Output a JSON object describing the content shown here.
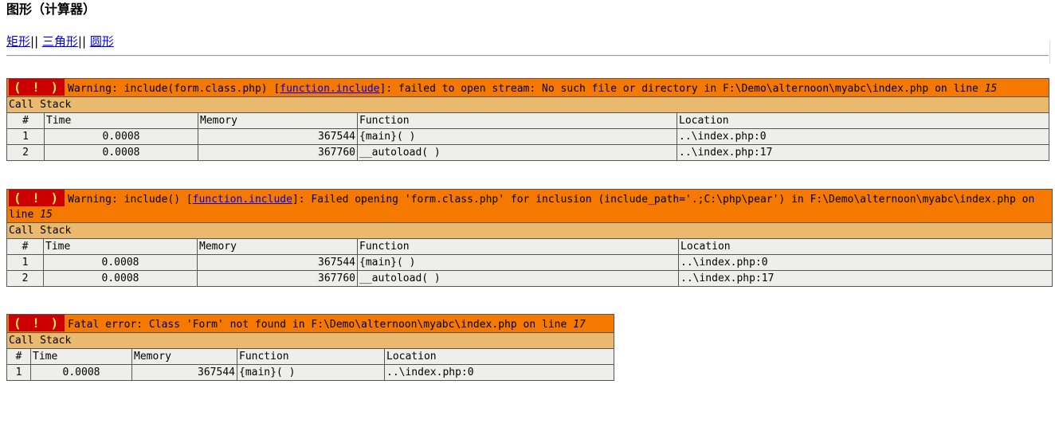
{
  "page_title": "图形（计算器）",
  "nav": {
    "links": [
      "矩形",
      "三角形",
      "圆形"
    ],
    "separator": "||"
  },
  "errors": [
    {
      "badge": "( ! )",
      "prefix": "Warning: include(form.class.php) [",
      "link": "function.include",
      "suffix": "]: failed to open stream: No such file or directory in F:\\Demo\\alternoon\\myabc\\index.php on line ",
      "line": "15",
      "call_stack_label": "Call Stack",
      "headers": [
        "#",
        "Time",
        "Memory",
        "Function",
        "Location"
      ],
      "rows": [
        [
          "1",
          "0.0008",
          "367544",
          "{main}( )",
          "..\\index.php:0"
        ],
        [
          "2",
          "0.0008",
          "367760",
          "__autoload( )",
          "..\\index.php:17"
        ]
      ]
    },
    {
      "badge": "( ! )",
      "prefix": "Warning: include() [",
      "link": "function.include",
      "suffix": "]: Failed opening 'form.class.php' for inclusion (include_path='.;C:\\php\\pear') in F:\\Demo\\alternoon\\myabc\\index.php on line ",
      "line": "15",
      "call_stack_label": "Call Stack",
      "headers": [
        "#",
        "Time",
        "Memory",
        "Function",
        "Location"
      ],
      "rows": [
        [
          "1",
          "0.0008",
          "367544",
          "{main}( )",
          "..\\index.php:0"
        ],
        [
          "2",
          "0.0008",
          "367760",
          "__autoload( )",
          "..\\index.php:17"
        ]
      ]
    },
    {
      "badge": "( ! )",
      "prefix": "Fatal error: Class 'Form' not found in F:\\Demo\\alternoon\\myabc\\index.php on line ",
      "link": "",
      "suffix": "",
      "line": "17",
      "call_stack_label": "Call Stack",
      "headers": [
        "#",
        "Time",
        "Memory",
        "Function",
        "Location"
      ],
      "rows": [
        [
          "1",
          "0.0008",
          "367544",
          "{main}( )",
          "..\\index.php:0"
        ]
      ]
    }
  ],
  "colors": {
    "error_bg": "#f57900",
    "badge_bg": "#cc0000",
    "badge_fg": "#fce94f",
    "call_stack_bg": "#e9b96e",
    "row_bg": "#eeeeec",
    "link": "#0000ee"
  }
}
